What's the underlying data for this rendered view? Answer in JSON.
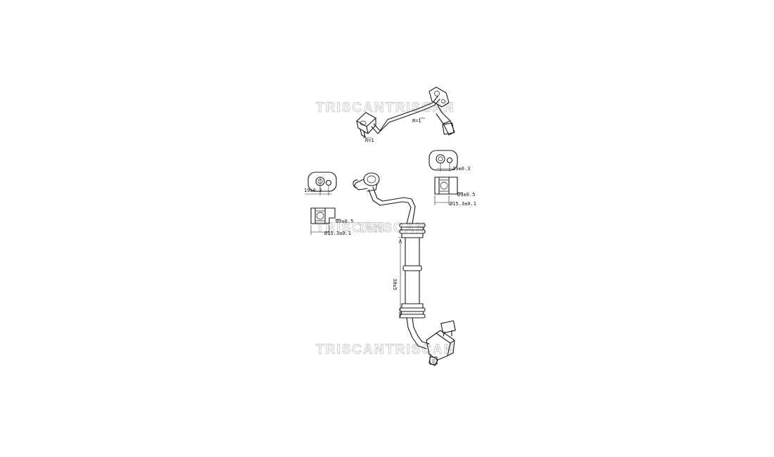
{
  "watermark": {
    "left": "TRISCAN",
    "right": "TRISCAN"
  },
  "dimensions": {
    "top_arm_a": "R=1",
    "top_arm_b": "R=1",
    "left_pitch": "19±0.3",
    "left_bore": "Ø9±0.5",
    "left_od": "Ø15.3±0.1",
    "right_pitch": "19±0.3",
    "right_bore": "Ø9±0.5",
    "right_od": "Ø15.3±0.1",
    "pipe_length": "30±5"
  },
  "colors": {
    "line": "#1a1a1a",
    "watermark": "#c8c8c8",
    "background": "#ffffff"
  }
}
